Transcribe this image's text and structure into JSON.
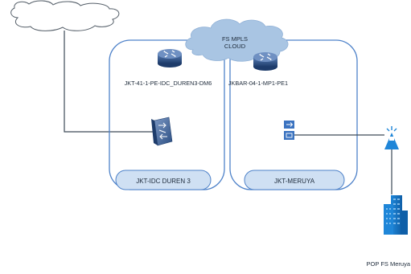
{
  "cloud": {
    "line1": "FS MPLS",
    "line2": "CLOUD"
  },
  "sites": {
    "left": {
      "router_label": "JKT-41-1-PE-IDC_DUREN3-DM6",
      "site_label": "JKT-IDC DUREN 3"
    },
    "right": {
      "router_label": "JKBAR-04-1-MP1-PE1",
      "site_label": "JKT-MERUYA"
    }
  },
  "pop_label": "POP FS Meruya",
  "colors": {
    "site_border": "#4e82c9",
    "site_pill_fill": "#cfe0f3",
    "cloud_fill": "#a9c5e3",
    "router_fill": "#2c4f83",
    "line": "#3d4a57",
    "device_fill": "#3b73c0",
    "accent_blue": "#1f86d8"
  },
  "icons": {
    "router": "router-icon",
    "switch": "layer3-switch-icon",
    "device": "network-device-icon",
    "access_point": "wireless-access-point-icon",
    "building": "building-icon",
    "cloud": "cloud-icon"
  }
}
